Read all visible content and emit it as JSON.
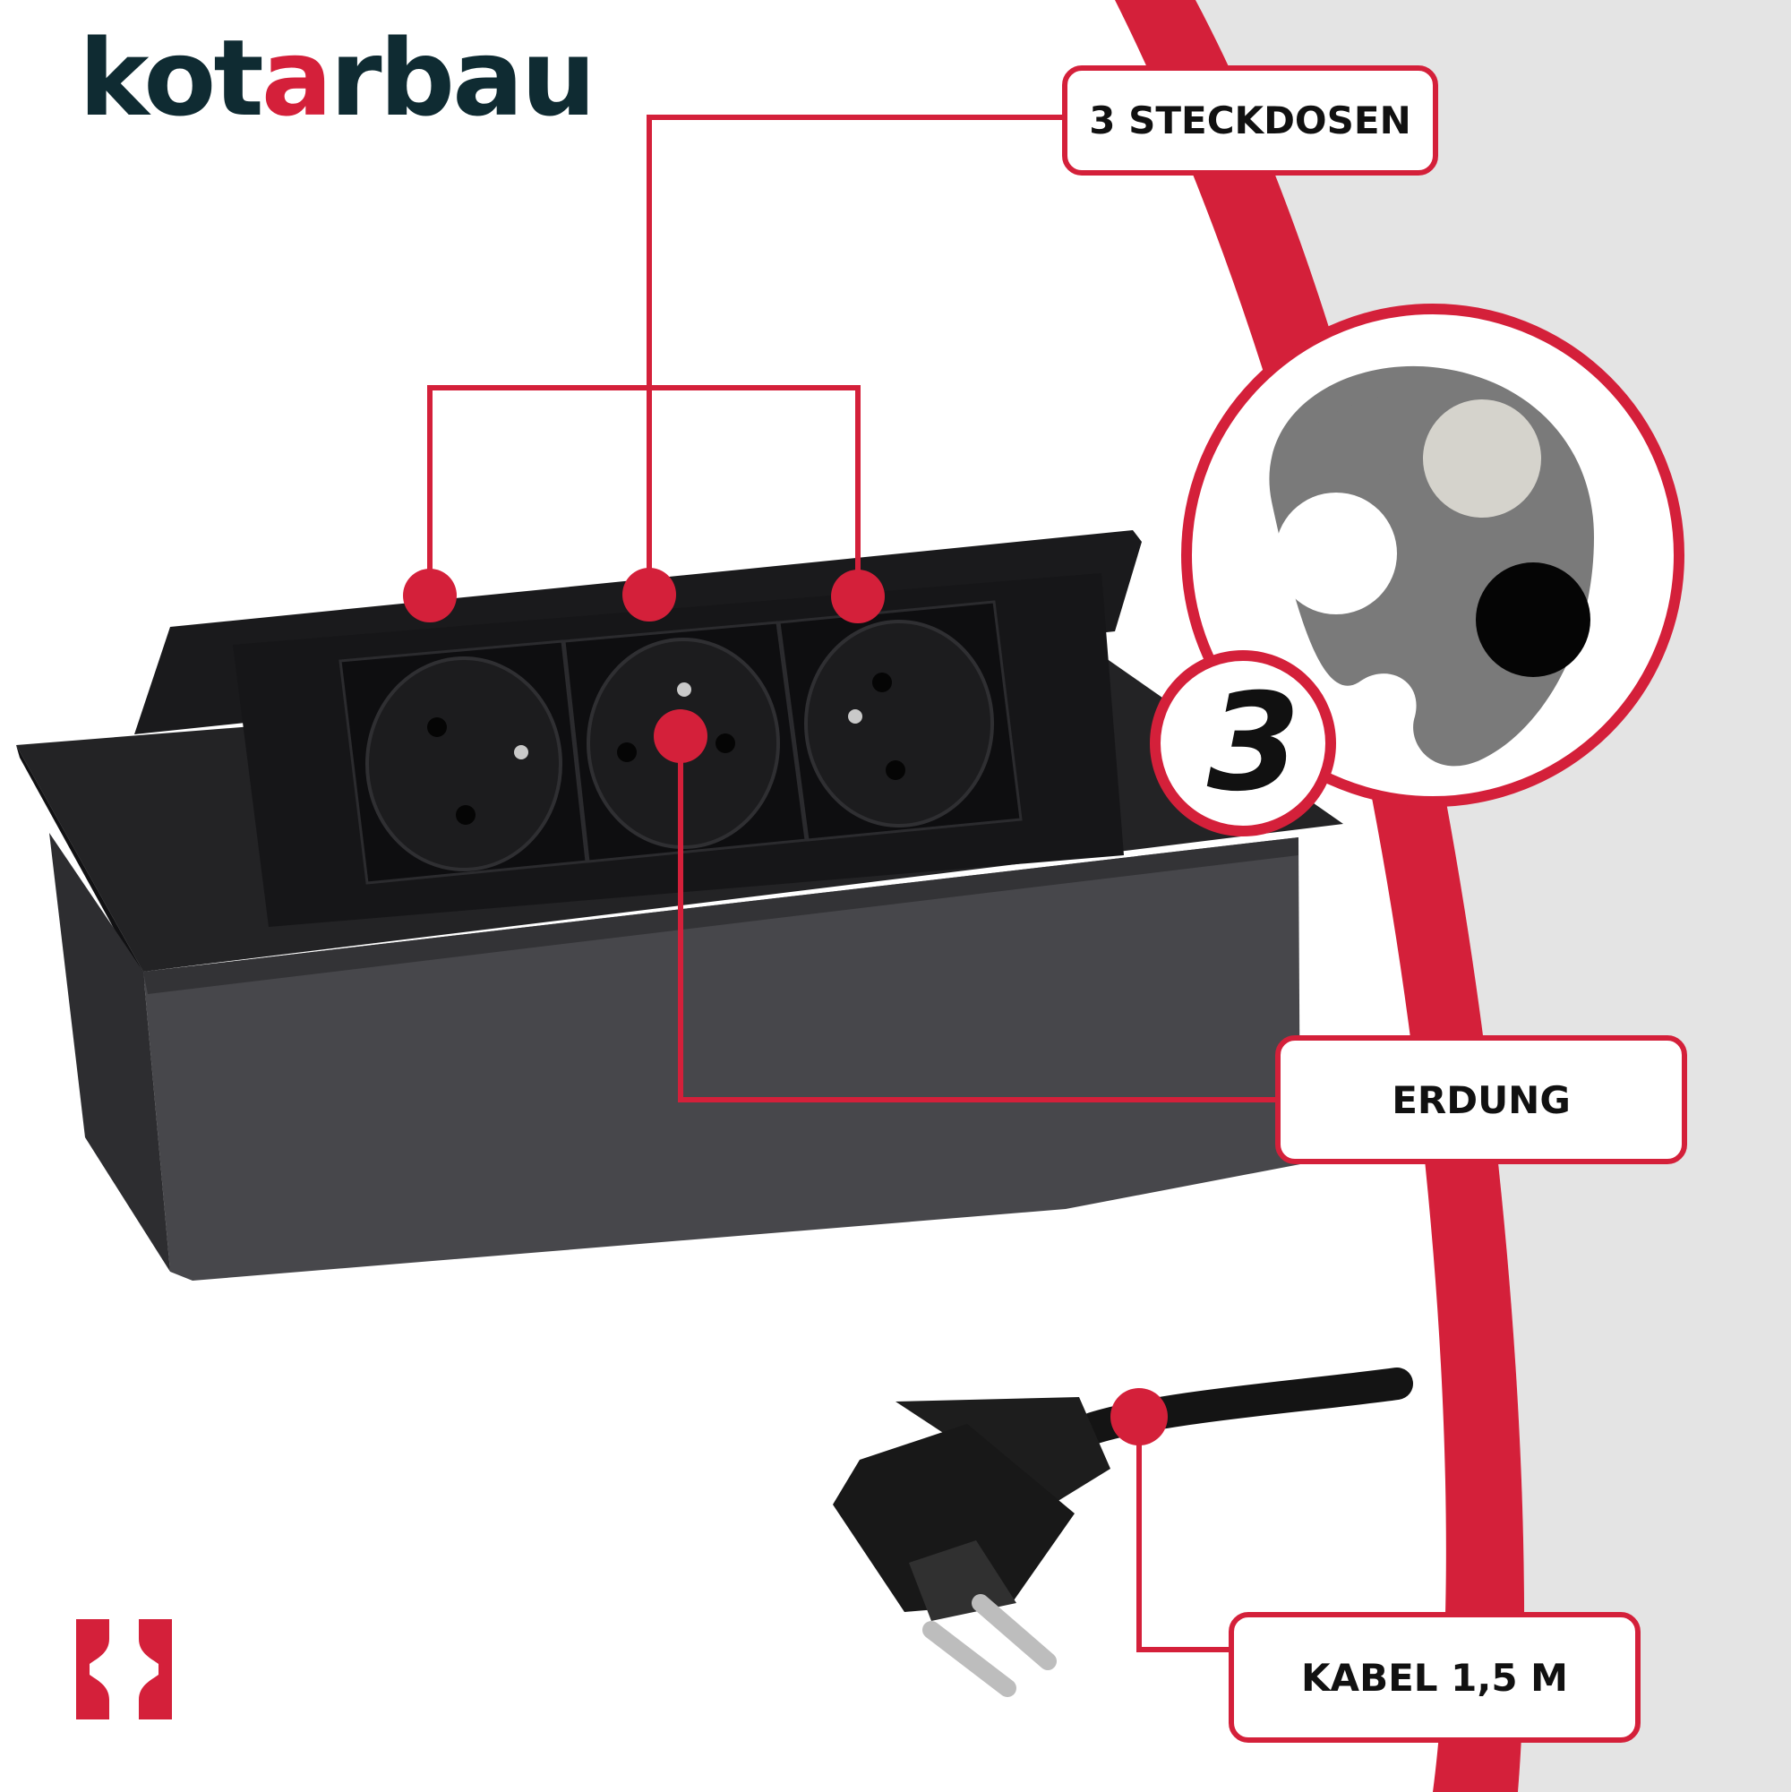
{
  "brand": {
    "logo_text_before": "kot",
    "logo_accent_letter": "a",
    "logo_text_after": "rbau",
    "brand_color": "#d4203a",
    "logo_color": "#0f2b32"
  },
  "callouts": {
    "sockets": "3 STECKDOSEN",
    "grounding": "ERDUNG",
    "cable": "KABEL 1,5 M"
  },
  "socket_badge": {
    "count": "3",
    "icon": "french-socket-icon"
  },
  "corner_icon": "kotarbau-mark-icon"
}
